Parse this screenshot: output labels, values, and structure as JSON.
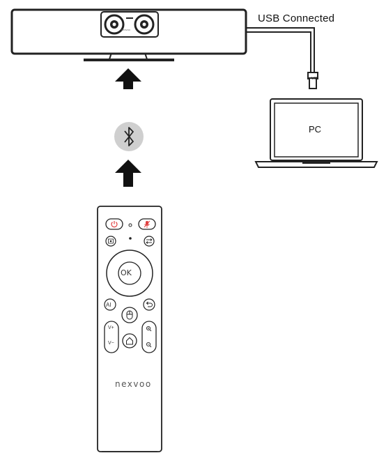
{
  "labels": {
    "usb_connected": "USB  Connected",
    "pc": "PC",
    "remote_brand": "nexvoo",
    "camera_brand": "nexvoo",
    "ok_button": "OK",
    "ai_button": "AI",
    "volume_up": "V+",
    "volume_down": "V−",
    "usb_plug": "USB"
  },
  "icons": {
    "bluetooth": "bluetooth-icon",
    "arrow": "arrow-up-icon",
    "power": "power-icon",
    "mic_mute": "mic-mute-icon",
    "home": "home-icon",
    "back": "back-icon",
    "mouse": "mouse-icon",
    "zoom_in": "zoom-in-icon",
    "zoom_out": "zoom-out-icon"
  },
  "colors": {
    "line": "#222222",
    "accent_red": "#e04040",
    "bluetooth_bg": "#cfcfcf"
  }
}
